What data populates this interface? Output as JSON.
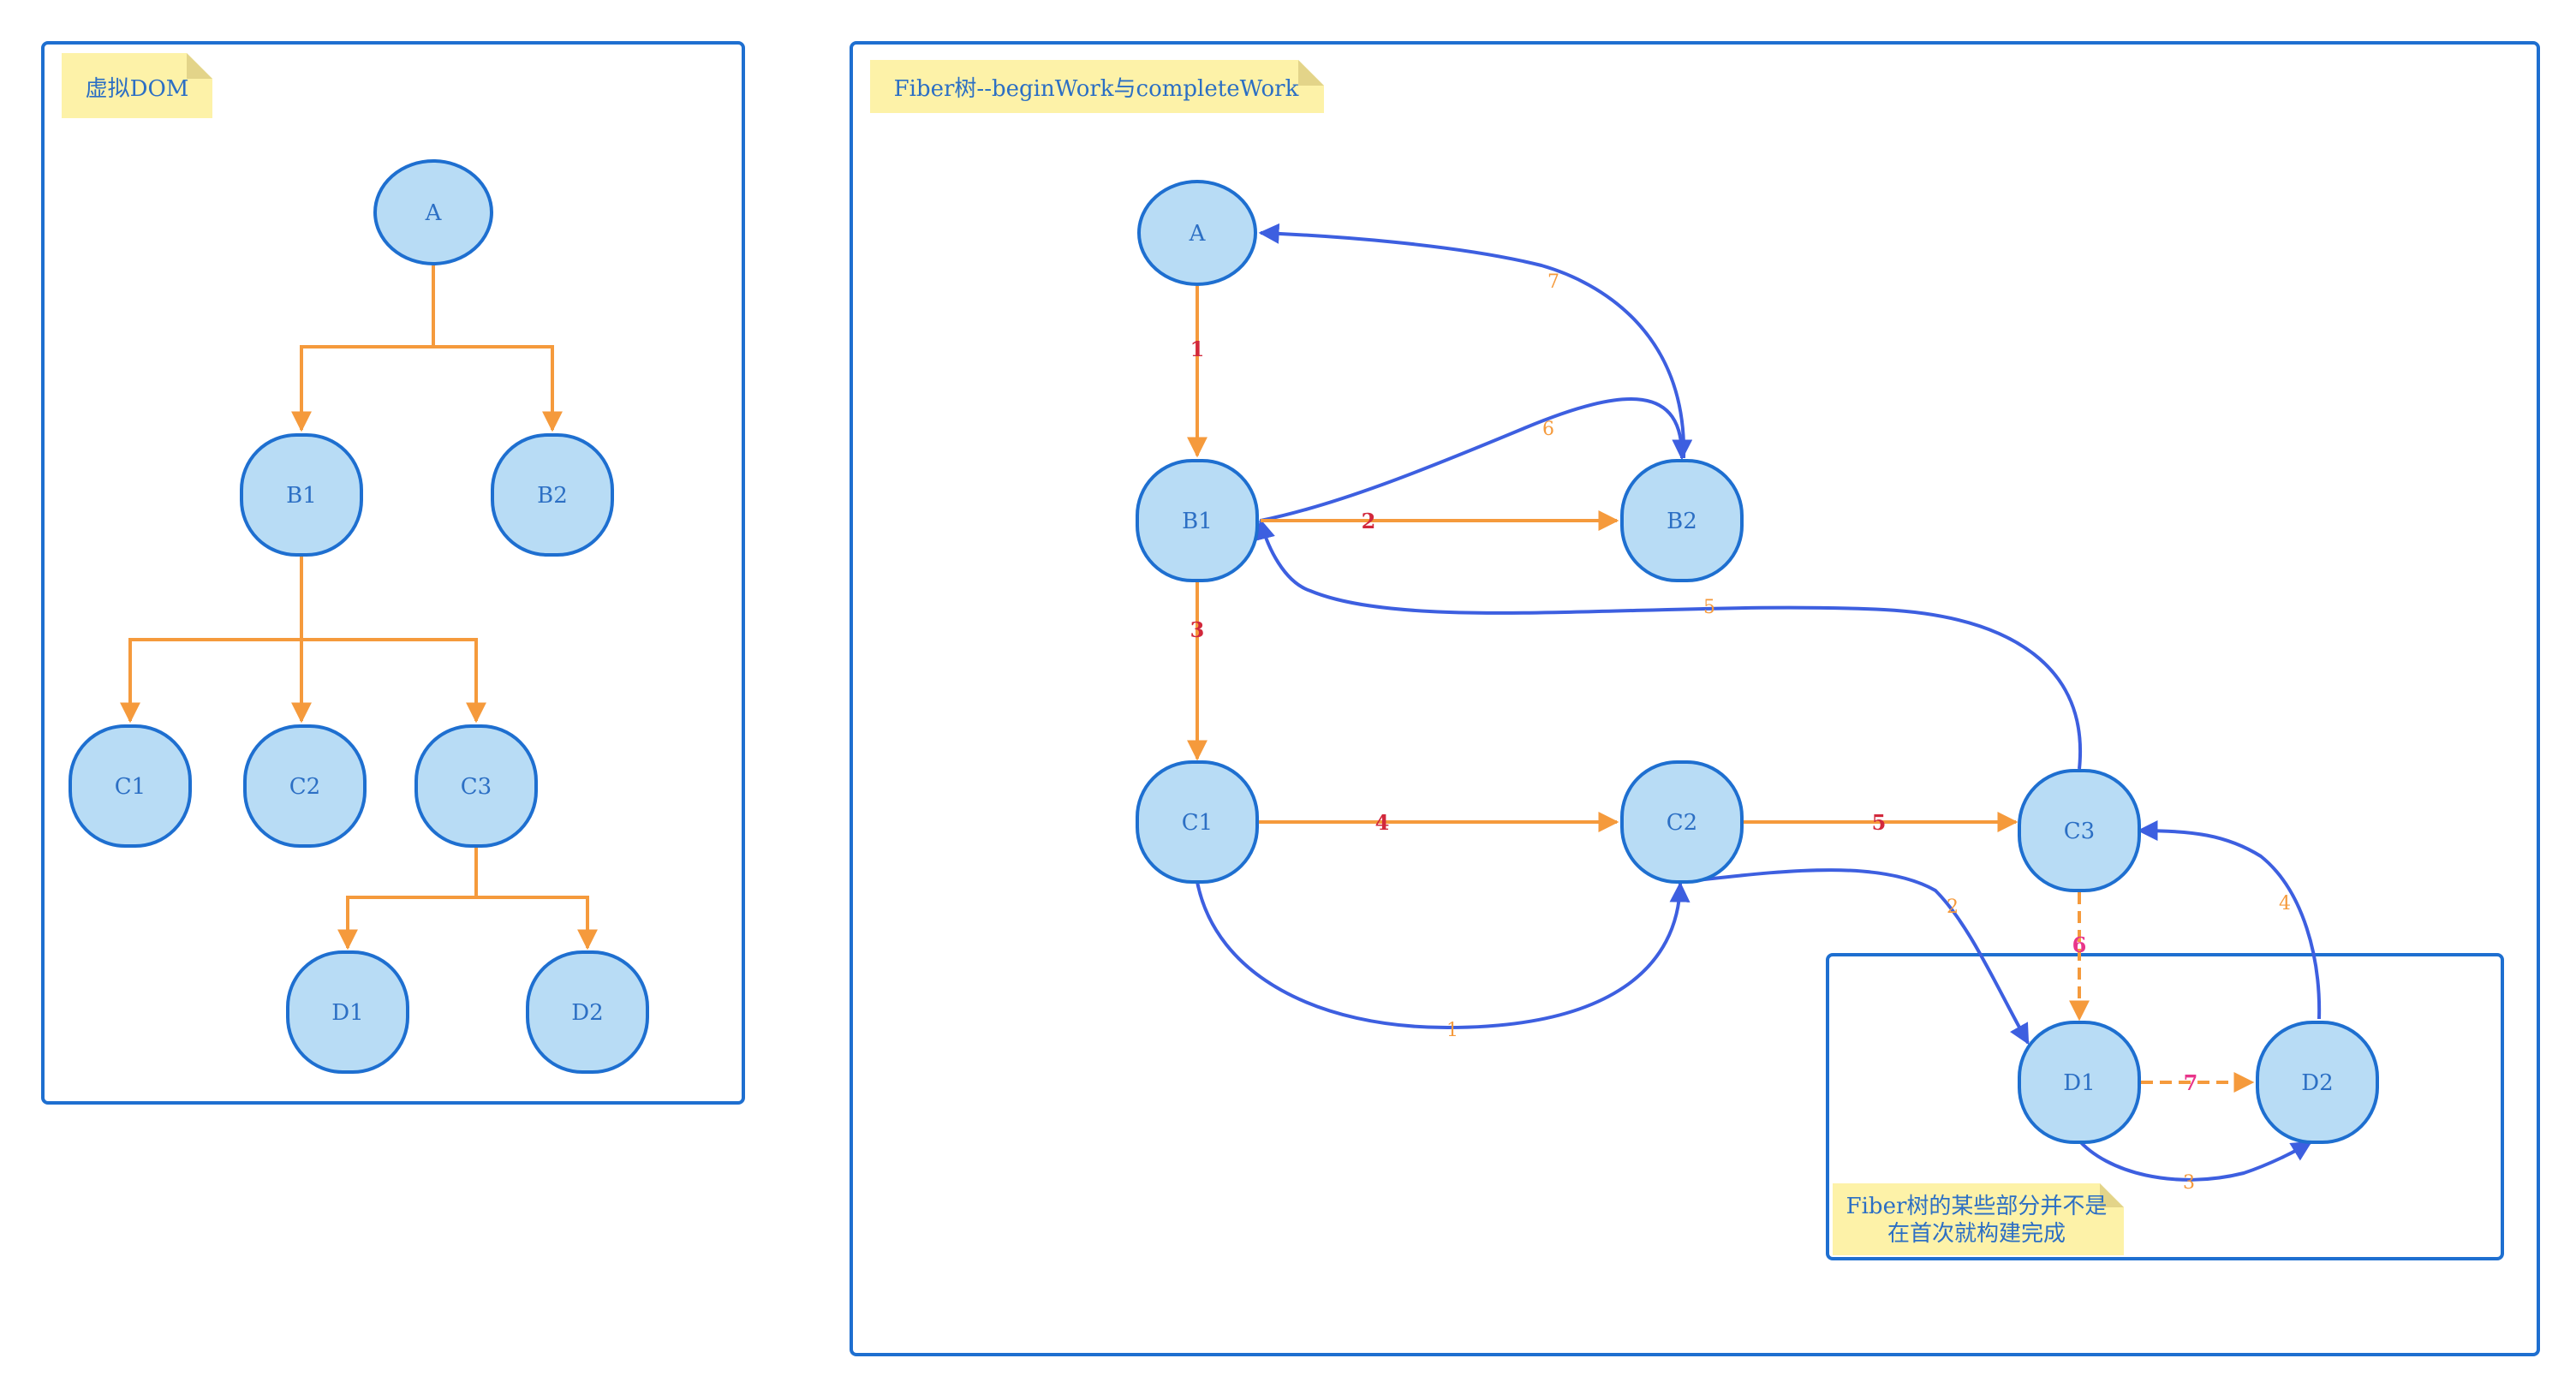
{
  "colors": {
    "frame": "#1e6fd0",
    "node_fill": "#b8dcf5",
    "node_stroke": "#1e6fd0",
    "node_text": "#2c6fc4",
    "tree_edge": "#f59a3c",
    "return_edge": "#3d5fe0",
    "note_fill": "#fdf2a8",
    "note_fold": "#e3d489",
    "note_text": "#2c6fc4",
    "label_red": "#d2283c",
    "label_pink": "#e8358a",
    "label_orange": "#f59a3c"
  },
  "vdom": {
    "note": "虚拟DOM",
    "nodes": {
      "A": "A",
      "B1": "B1",
      "B2": "B2",
      "C1": "C1",
      "C2": "C2",
      "C3": "C3",
      "D1": "D1",
      "D2": "D2"
    }
  },
  "fiber": {
    "note": "Fiber树--beginWork与completeWork",
    "nodes": {
      "A": "A",
      "B1": "B1",
      "B2": "B2",
      "C1": "C1",
      "C2": "C2",
      "C3": "C3",
      "D1": "D1",
      "D2": "D2"
    },
    "begin_labels": {
      "A_B1": "1",
      "B1_B2": "2",
      "B1_C1": "3",
      "C1_C2": "4",
      "C2_C3": "5",
      "C3_D1": "6",
      "D1_D2": "7"
    },
    "complete_labels": {
      "C1_C2": "1",
      "C2_D1": "2",
      "D1_D2": "3",
      "D2_C3": "4",
      "C3_B1": "5",
      "B1_B2": "6",
      "B2_A": "7"
    },
    "sub_note_line1": "Fiber树的某些部分并不是",
    "sub_note_line2": "在首次就构建完成"
  }
}
